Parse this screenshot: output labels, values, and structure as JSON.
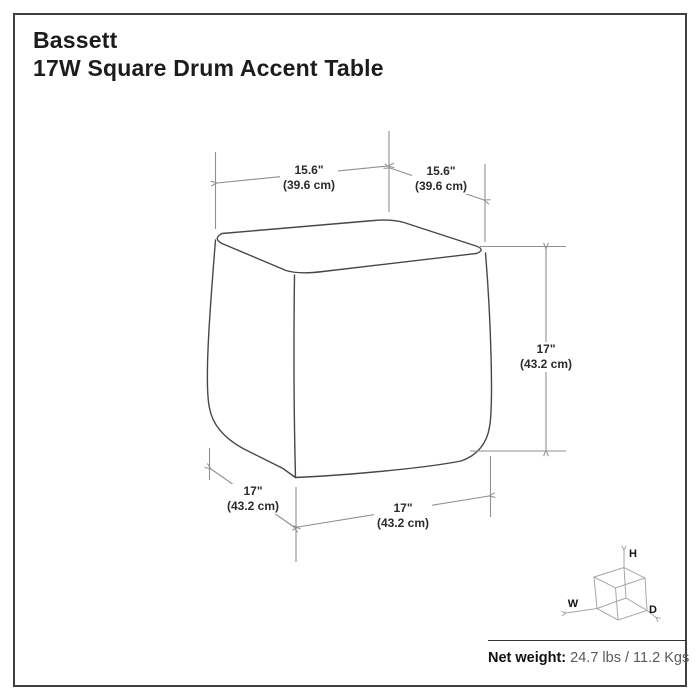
{
  "header": {
    "brand": "Bassett",
    "product_title": "17W Square Drum Accent Table"
  },
  "dimensions": {
    "top_left": {
      "inches": "15.6\"",
      "metric": "(39.6 cm)"
    },
    "top_right": {
      "inches": "15.6\"",
      "metric": "(39.6 cm)"
    },
    "side_height": {
      "inches": "17\"",
      "metric": "(43.2 cm)"
    },
    "bottom_left": {
      "inches": "17\"",
      "metric": "(43.2 cm)"
    },
    "bottom_front": {
      "inches": "17\"",
      "metric": "(43.2 cm)"
    }
  },
  "orientation_cube": {
    "height_axis": "H",
    "width_axis": "W",
    "depth_axis": "D"
  },
  "footer": {
    "net_weight_label": "Net weight:",
    "net_weight_value": "24.7 lbs / 11.2 Kgs"
  },
  "colors": {
    "frame_border": "#3f3f3f",
    "object_outline": "#474747",
    "dimension_line": "#8f8f8f",
    "cube_line": "#a6a6a6",
    "title_text": "#1c1c1c",
    "dimension_text": "#2b2b2b",
    "net_weight_value_text": "#5a5a5a"
  }
}
